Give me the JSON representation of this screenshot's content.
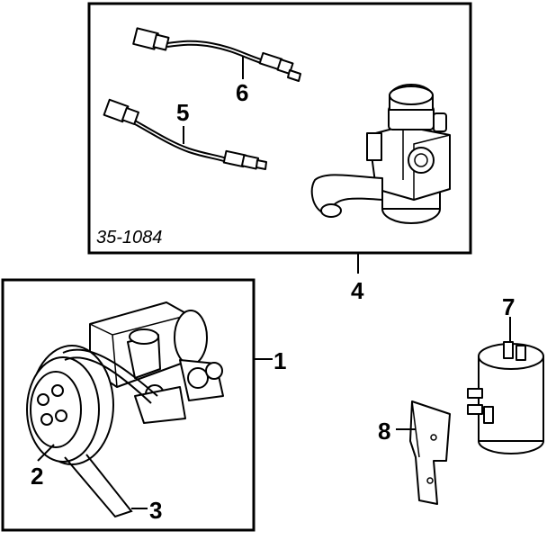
{
  "reference_code": "35-1084",
  "callouts": {
    "c1": "1",
    "c2": "2",
    "c3": "3",
    "c4": "4",
    "c5": "5",
    "c6": "6",
    "c7": "7",
    "c8": "8"
  }
}
